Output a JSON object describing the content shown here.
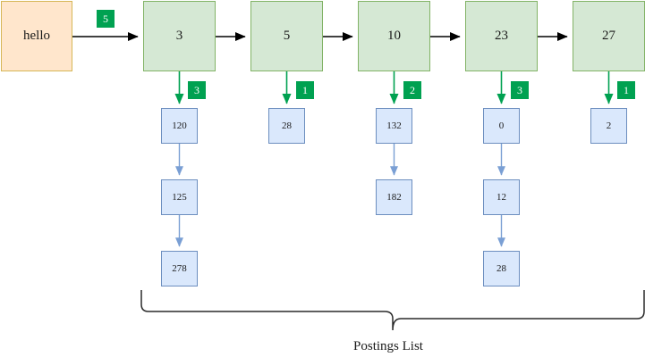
{
  "diagram": {
    "title_caption": "Postings List",
    "colors": {
      "dictionary_fill": "#d5e8d4",
      "dictionary_stroke": "#82b366",
      "term_fill": "#ffe6cc",
      "term_stroke": "#d6b656",
      "posting_fill": "#dae8fc",
      "posting_stroke": "#6c8ebf",
      "badge_fill": "#00a151",
      "badge_text": "#ffffff",
      "black_arrow": "#000000",
      "green_arrow": "#00a151",
      "blue_arrow": "#7a9fd4"
    },
    "term": {
      "label": "hello",
      "frequency_badge": "5"
    },
    "columns": [
      {
        "doc_id": "3",
        "freq_badge": "3",
        "postings": [
          "120",
          "125",
          "278"
        ]
      },
      {
        "doc_id": "5",
        "freq_badge": "1",
        "postings": [
          "28"
        ]
      },
      {
        "doc_id": "10",
        "freq_badge": "2",
        "postings": [
          "132",
          "182"
        ]
      },
      {
        "doc_id": "23",
        "freq_badge": "3",
        "postings": [
          "0",
          "12",
          "28"
        ]
      },
      {
        "doc_id": "27",
        "freq_badge": "1",
        "postings": [
          "2"
        ]
      }
    ]
  }
}
